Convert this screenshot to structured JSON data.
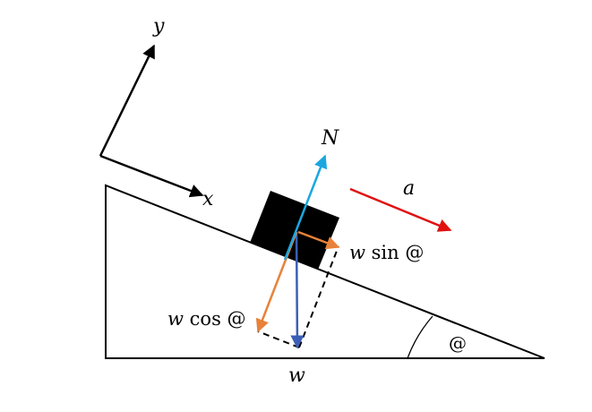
{
  "diagram": {
    "axes": {
      "y_label": "y",
      "x_label": "x"
    },
    "forces": {
      "normal_label": "N",
      "acceleration_label": "a",
      "w_sin_var": "w",
      "w_sin_fn": " sin @",
      "w_cos_var": "w",
      "w_cos_fn": " cos @",
      "weight_label": "w"
    },
    "incline": {
      "angle_label": "@"
    },
    "colors": {
      "normal": "#1aa7e0",
      "acceleration": "#e01010",
      "components": "#e8823a",
      "weight": "#3b5fb5",
      "outline": "#000000"
    }
  }
}
